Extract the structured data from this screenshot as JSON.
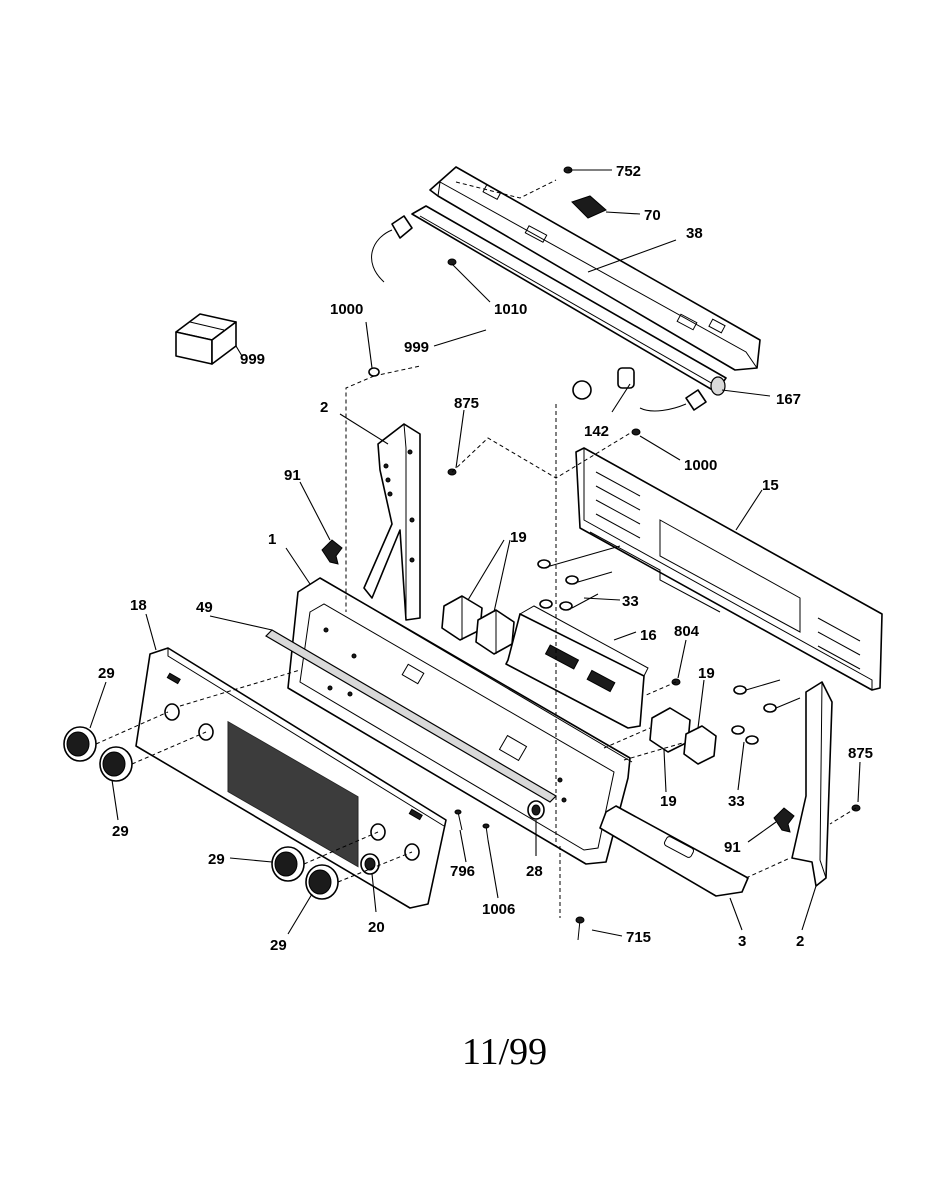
{
  "footer": {
    "date_code": "11/99"
  },
  "callouts": {
    "c752": "752",
    "c70": "70",
    "c38": "38",
    "c1010": "1010",
    "c999_top": "999",
    "c999_box": "999",
    "c1000_left": "1000",
    "c1000_right": "1000",
    "c167": "167",
    "c142": "142",
    "c2_left": "2",
    "c875_left": "875",
    "c91_left": "91",
    "c15": "15",
    "c1": "1",
    "c19_top": "19",
    "c33_top": "33",
    "c16": "16",
    "c804": "804",
    "c18": "18",
    "c49": "49",
    "c29_a": "29",
    "c29_b": "29",
    "c19_right": "19",
    "c19_bottom": "19",
    "c33_bottom": "33",
    "c875_right": "875",
    "c91_right": "91",
    "c29_c": "29",
    "c29_d": "29",
    "c20": "20",
    "c796": "796",
    "c28": "28",
    "c1006": "1006",
    "c715": "715",
    "c3": "3",
    "c2_right": "2"
  }
}
